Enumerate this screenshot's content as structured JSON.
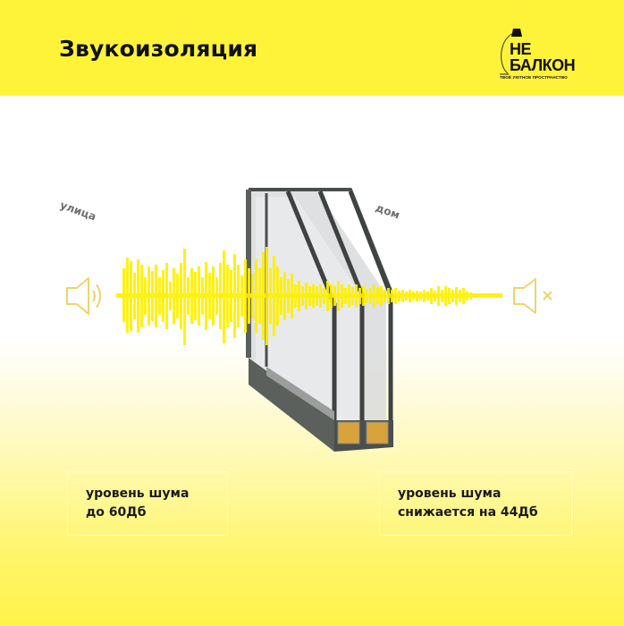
{
  "header": {
    "title": "Звукоизоляция",
    "background_color": "#fff33a"
  },
  "logo": {
    "line1": "НЕ",
    "line2": "БАЛКОН",
    "tagline": "ТВОЁ УЮТНОЕ ПРОСТРАНСТВО",
    "icon": "floor-lamp-icon"
  },
  "illustration": {
    "label_outside": "улица",
    "label_inside": "дом",
    "left_icon": "speaker-loud-icon",
    "right_icon": "speaker-muted-icon",
    "object": "triple-glazed-window-profile",
    "wave_color": "#ffee00"
  },
  "info": {
    "left": {
      "line1": "уровень шума",
      "line2": "до 60Дб"
    },
    "right": {
      "line1": "уровень шума",
      "line2": "снижается на 44Дб"
    }
  }
}
